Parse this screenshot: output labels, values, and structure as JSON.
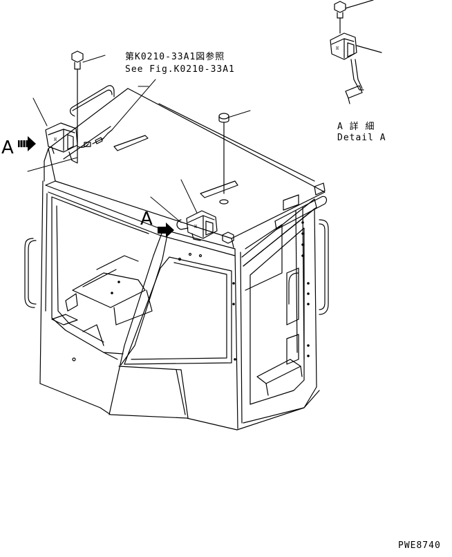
{
  "reference": {
    "jp": "第K0210-33A1図参照",
    "en": "See Fig.K0210-33A1"
  },
  "detail": {
    "jp": "A 詳 細",
    "en": "Detail A"
  },
  "view_markers": [
    "A",
    "A"
  ],
  "drawing_code": "PWE8740",
  "colors": {
    "line": "#000000",
    "background": "#ffffff"
  }
}
